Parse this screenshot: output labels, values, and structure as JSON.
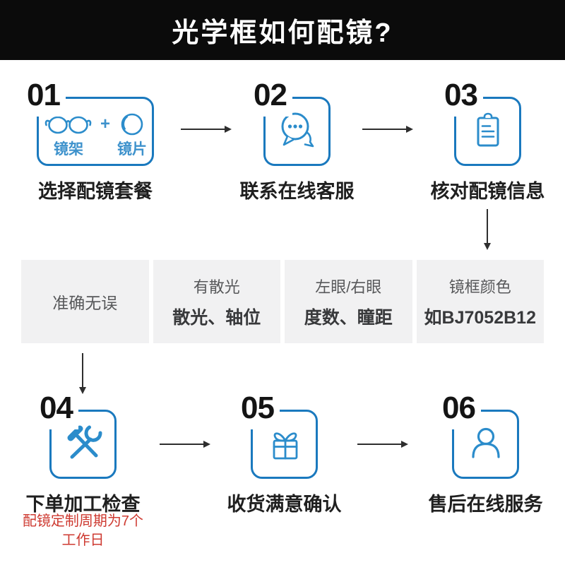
{
  "title": "光学框如何配镜?",
  "colors": {
    "banner_bg": "#0b0b0b",
    "box_border_blue": "#1a79be",
    "icon_blue": "#2b8ccb",
    "info_bar_bg": "#f1f1f2",
    "note_red": "#ce3a31",
    "arrow": "#2e2e2e"
  },
  "steps": [
    {
      "num": "01",
      "label": "选择配镜套餐",
      "icon": "glasses-plus-lens",
      "frame_label": "镜架",
      "plus_sign": "+",
      "lens_label": "镜片"
    },
    {
      "num": "02",
      "label": "联系在线客服",
      "icon": "chat-bubbles"
    },
    {
      "num": "03",
      "label": "核对配镜信息",
      "icon": "clipboard"
    },
    {
      "num": "04",
      "label": "下单加工检查",
      "icon": "hammer-wrench",
      "note": "配镜定制周期为7个\n工作日"
    },
    {
      "num": "05",
      "label": "收货满意确认",
      "icon": "gift-box"
    },
    {
      "num": "06",
      "label": "售后在线服务",
      "icon": "person"
    }
  ],
  "info_cells": [
    {
      "line1": "准确无误",
      "line2": ""
    },
    {
      "line1": "有散光",
      "line2": "散光、轴位"
    },
    {
      "line1": "左眼/右眼",
      "line2": "度数、瞳距"
    },
    {
      "line1": "镜框颜色",
      "line2": "如BJ7052B12"
    }
  ]
}
